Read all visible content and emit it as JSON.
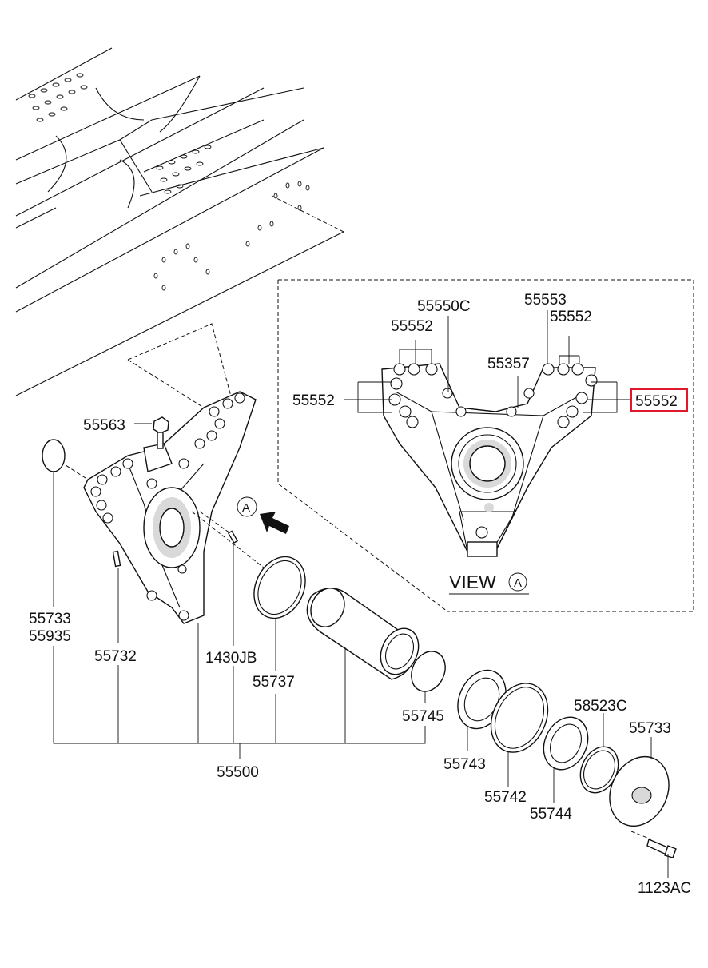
{
  "labels": {
    "p55550c": "55550C",
    "p55552_top_left": "55552",
    "p55553": "55553",
    "p55552_top_right": "55552",
    "p55357": "55357",
    "p55552_left": "55552",
    "p55552_right": "55552",
    "p55563": "55563",
    "p55733_a": "55733",
    "p55935": "55935",
    "p55732": "55732",
    "p1430jb": "1430JB",
    "p55737": "55737",
    "p55745": "55745",
    "p55500": "55500",
    "p55743": "55743",
    "p55742": "55742",
    "p55744": "55744",
    "p58523c": "58523C",
    "p55733_b": "55733",
    "p1123ac": "1123AC"
  },
  "view": {
    "word": "VIEW",
    "ref": "A"
  },
  "ref_marker": "A",
  "highlight": {
    "part": "55552",
    "color": "#e0192a"
  }
}
